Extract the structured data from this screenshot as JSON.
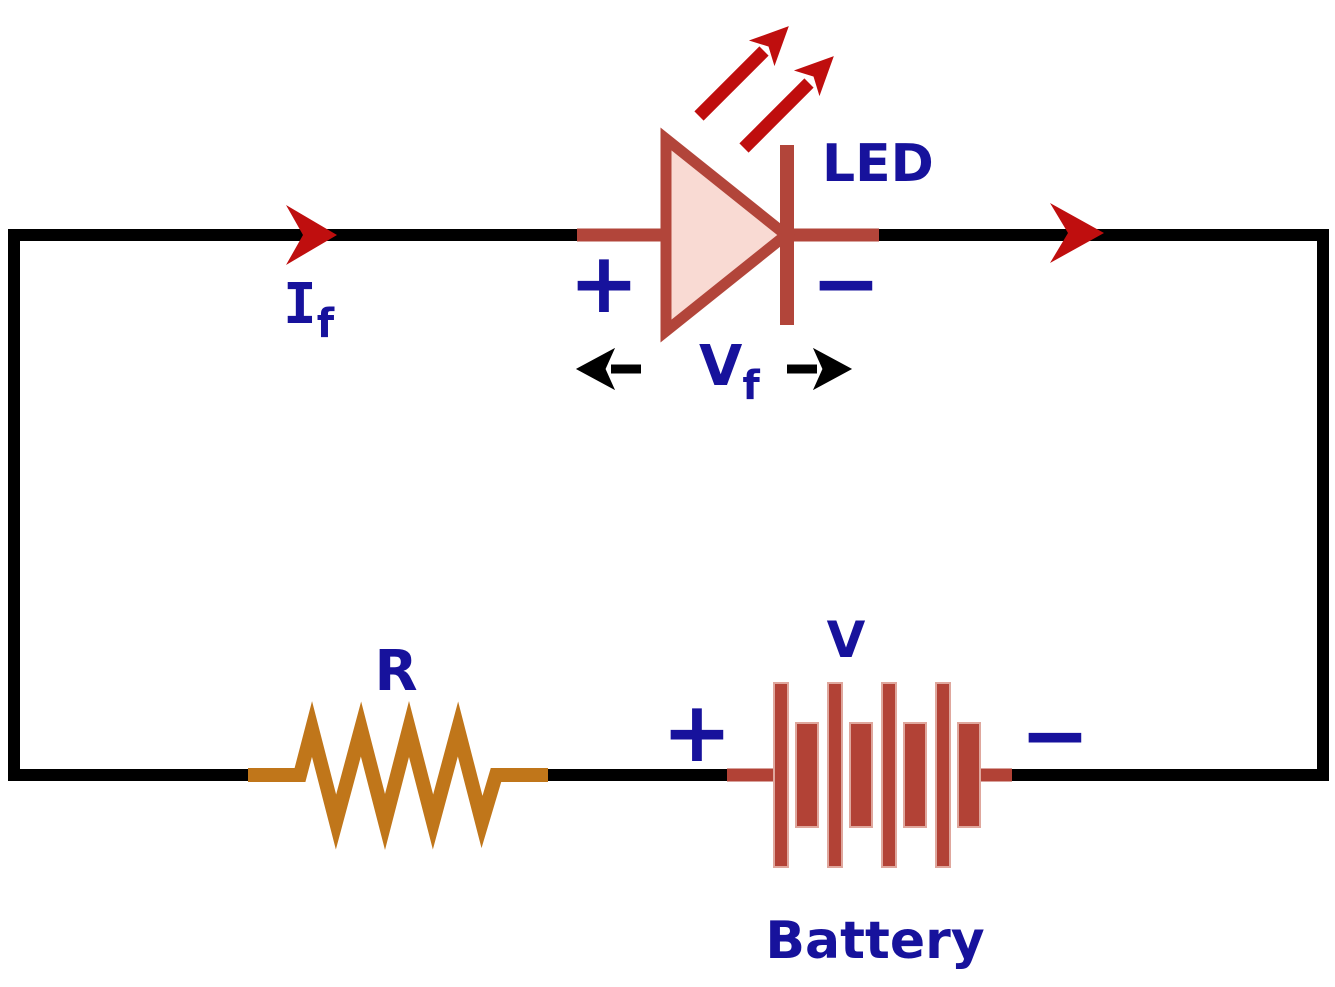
{
  "diagram": {
    "type": "circuit-schematic",
    "subject": "LED driven by a battery through a series resistor"
  },
  "colors": {
    "background": "#ffffff",
    "wire": "#000000",
    "component_red": "#b2453a",
    "led_fill": "#f9dad3",
    "arrow_red": "#bf0e0e",
    "resistor_orange": "#c0761a",
    "battery_red": "#b24236",
    "plate_edge": "#dfa79d",
    "label_blue": "#17129c",
    "arrow_black": "#000000"
  },
  "labels": {
    "led": "LED",
    "led_plus": "+",
    "led_minus": "−",
    "forward_current_main": "I",
    "forward_current_sub": "f",
    "forward_voltage_main": "V",
    "forward_voltage_sub": "f",
    "resistor": "R",
    "battery_voltage": "V",
    "battery_plus": "+",
    "battery_minus": "−",
    "battery_name": "Battery"
  }
}
